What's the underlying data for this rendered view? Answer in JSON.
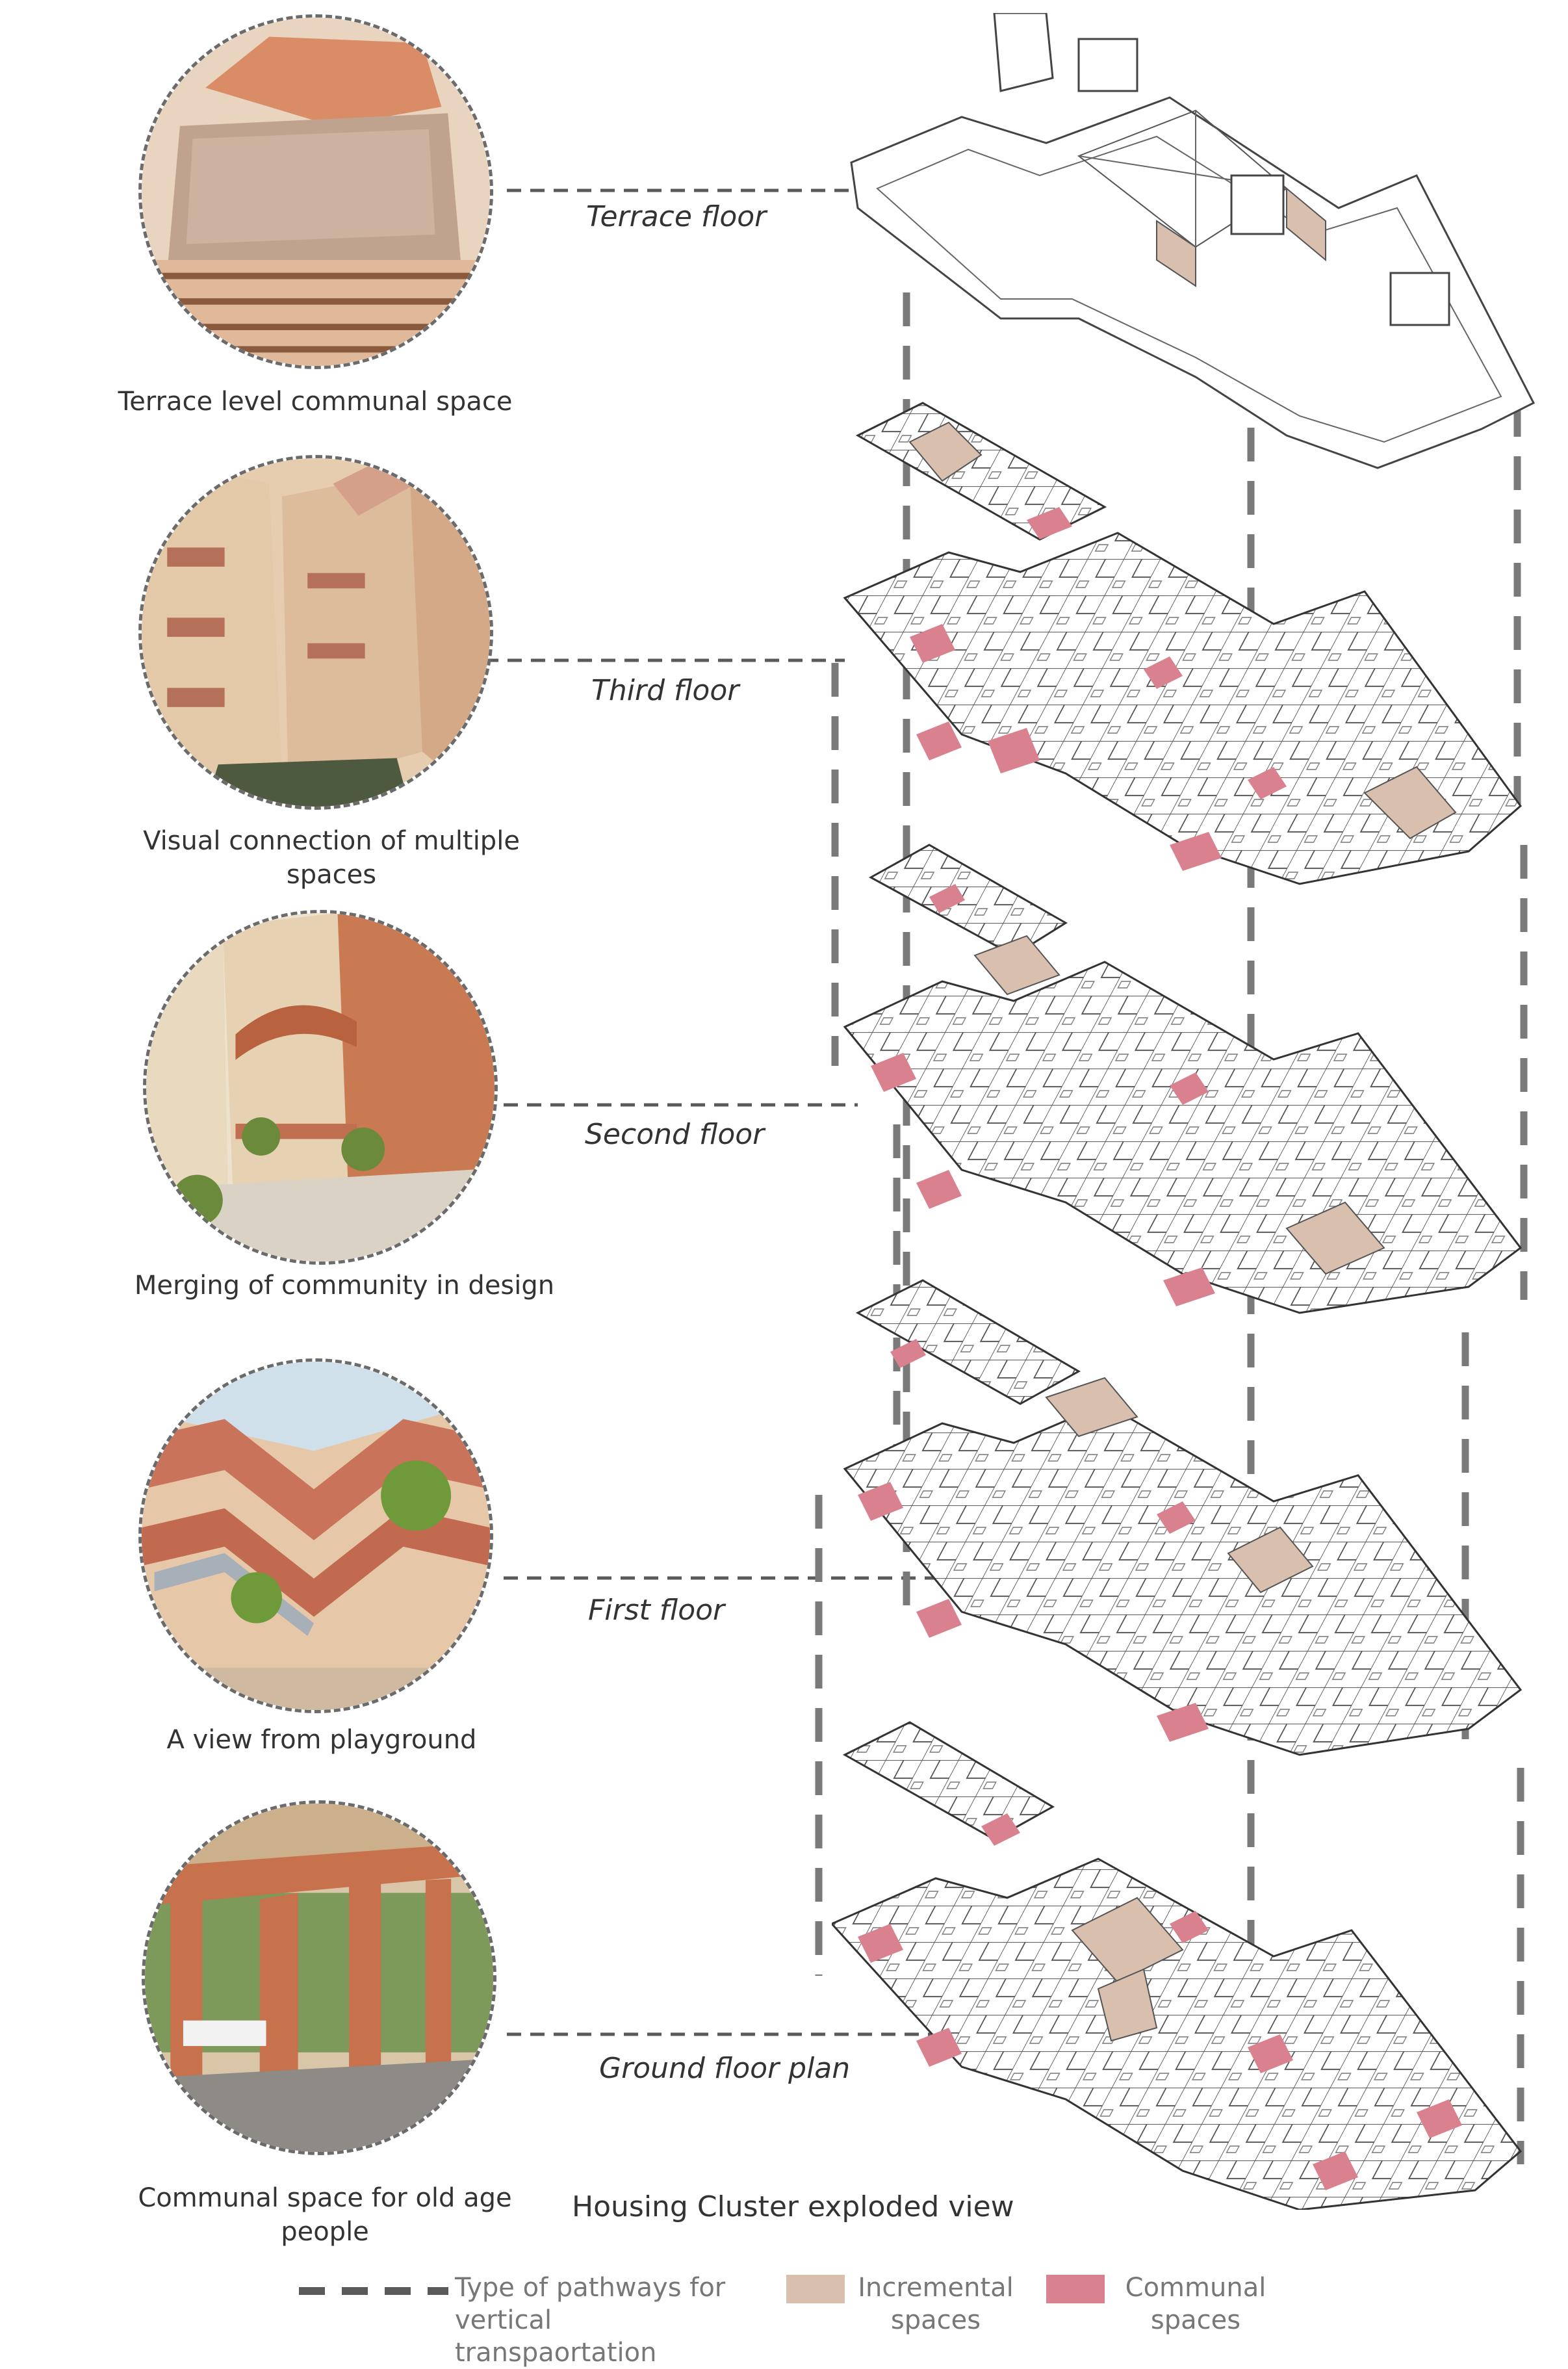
{
  "title": "Housing Cluster exploded  view",
  "vignettes": [
    {
      "caption": "Terrace level communal space"
    },
    {
      "caption": "Visual connection of multiple spaces"
    },
    {
      "caption": "Merging of community in design"
    },
    {
      "caption": "A view from playground"
    },
    {
      "caption": "Communal space for old age people"
    }
  ],
  "floors": [
    {
      "label": "Terrace floor"
    },
    {
      "label": "Third floor"
    },
    {
      "label": "Second floor"
    },
    {
      "label": "First floor"
    },
    {
      "label": "Ground floor plan"
    }
  ],
  "legend": {
    "pathway": "Type of pathways for vertical transpaortation",
    "incremental": "Incremental spaces",
    "communal": "Communal spaces"
  },
  "colors": {
    "incremental": "#d9bfae",
    "communal": "#d9818e",
    "dash": "#6b6b6b",
    "terracotta": "#c8744f"
  }
}
